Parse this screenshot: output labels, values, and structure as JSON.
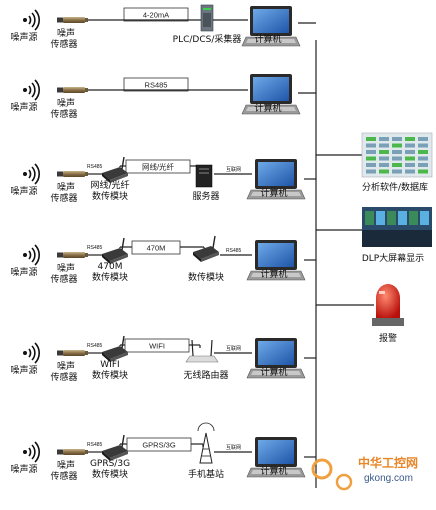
{
  "rows": [
    {
      "source": "噪声源",
      "sensor": [
        "噪声",
        "传感器"
      ],
      "box": "4-20mA",
      "small": "",
      "module": [],
      "device": [
        "PLC/DCS/采集器"
      ],
      "small2": "",
      "computer": "计算机"
    },
    {
      "source": "噪声源",
      "sensor": [
        "噪声",
        "传感器"
      ],
      "box": "RS485",
      "small": "",
      "module": [],
      "device": [],
      "small2": "",
      "computer": "计算机"
    },
    {
      "source": "噪声源",
      "sensor": [
        "噪声",
        "传感器"
      ],
      "box": "网线/光纤",
      "small": "RS485",
      "module": [
        "网线/光纤",
        "数传模块"
      ],
      "device": [
        "服务器"
      ],
      "small2": "互联网",
      "computer": "计算机"
    },
    {
      "source": "噪声源",
      "sensor": [
        "噪声",
        "传感器"
      ],
      "box": "470M",
      "small": "RS485",
      "module": [
        "470M",
        "数传模块"
      ],
      "device": [
        "数传模块"
      ],
      "small2": "RS485",
      "computer": "计算机"
    },
    {
      "source": "噪声源",
      "sensor": [
        "噪声",
        "传感器"
      ],
      "box": "WIFI",
      "small": "RS485",
      "module": [
        "WIFI",
        "数传模块"
      ],
      "device": [
        "无线路由器"
      ],
      "small2": "互联网",
      "computer": "计算机"
    },
    {
      "source": "噪声源",
      "sensor": [
        "噪声",
        "传感器"
      ],
      "box": "GPRS/3G",
      "small": "RS485",
      "module": [
        "GPRS/3G",
        "数传模块"
      ],
      "device": [
        "手机基站"
      ],
      "small2": "互联网",
      "computer": "计算机"
    }
  ],
  "right": {
    "analysis": "分析软件/数据库",
    "dlp": "DLP大屏幕显示",
    "alarm": "报警"
  },
  "watermark": {
    "cn": "中华工控网",
    "url": "gkong.com"
  },
  "colors": {
    "line": "#222222",
    "laptop_screen": "#3a78c8",
    "alarm_red": "#d8201a"
  }
}
